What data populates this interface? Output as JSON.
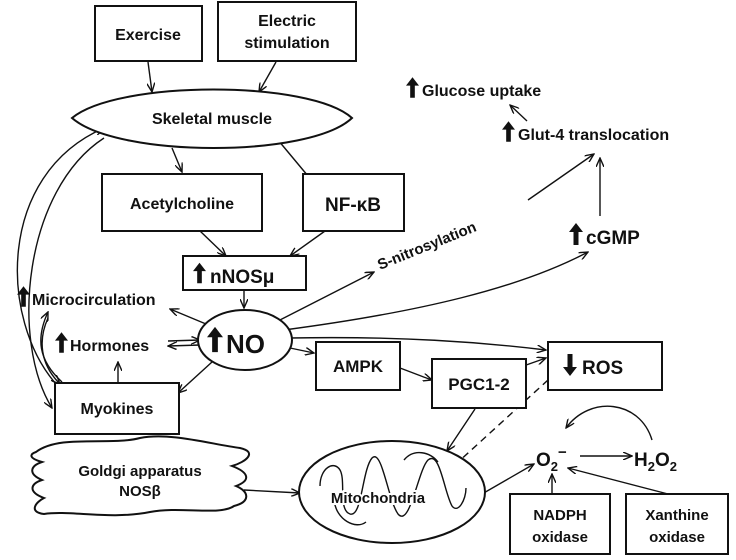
{
  "nodes": {
    "exercise": "Exercise",
    "electric_1": "Electric",
    "electric_2": "stimulation",
    "skeletal_muscle": "Skeletal muscle",
    "acetylcholine": "Acetylcholine",
    "nfkb": "NF-κB",
    "nnos": "nNOSμ",
    "no": "NO",
    "microcirculation": "Microcirculation",
    "hormones": "Hormones",
    "myokines": "Myokines",
    "s_nitrosylation": "S-nitrosylation",
    "glucose_uptake": "Glucose uptake",
    "glut4": "Glut-4 translocation",
    "cgmp": "cGMP",
    "ampk": "AMPK",
    "pgc": "PGC1-2",
    "ros": "ROS",
    "golgi_1": "Goldgi apparatus",
    "golgi_2": "NOSβ",
    "mitochondria": "Mitochondria",
    "o2": "O",
    "o2_sub": "2",
    "o2_sup": "−",
    "h2o2_h": "H",
    "h2o2_2a": "2",
    "h2o2_o": "O",
    "h2o2_2b": "2",
    "nadph_1": "NADPH",
    "nadph_2": "oxidase",
    "xanthine_1": "Xanthine",
    "xanthine_2": "oxidase"
  },
  "indicators": {
    "up": "increase",
    "down": "decrease"
  }
}
